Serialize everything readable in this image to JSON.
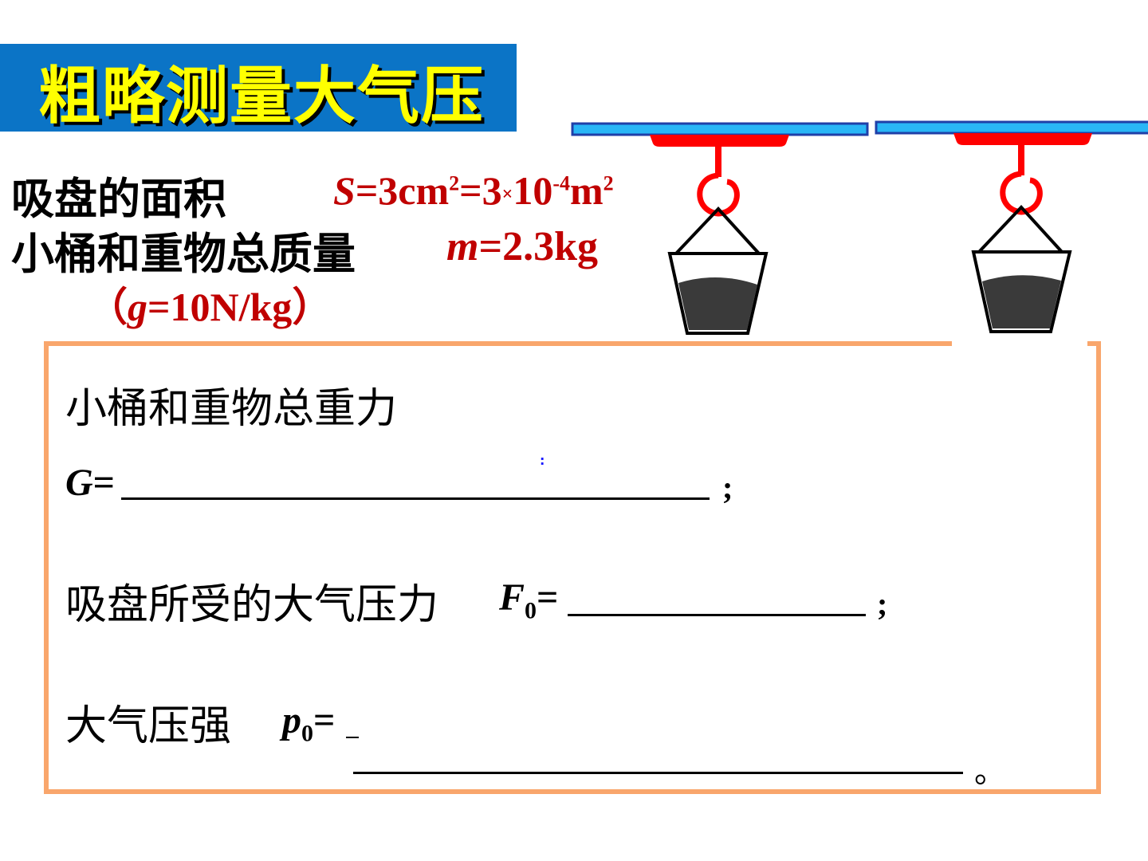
{
  "title": "粗略测量大气压",
  "given": {
    "area_label": "吸盘的面积",
    "area_var": "S",
    "area_expr_a": "=3cm",
    "area_exp_a": "2",
    "area_expr_b": "=3",
    "area_times": "×",
    "area_expr_c": "10",
    "area_exp_c": "-4",
    "area_expr_d": "m",
    "area_exp_d": "2",
    "mass_label": "小桶和重物总质量",
    "mass_var": "m",
    "mass_value": "=2.3kg",
    "g_open": "（",
    "g_var": "g",
    "g_value": "=10N/kg",
    "g_close": "）"
  },
  "questions": {
    "q1_label": "小桶和重物总重力",
    "q1_var": "G",
    "q1_eq": "=",
    "q1_end": ";",
    "q2_label": "吸盘所受的大气压力",
    "q2_var": "F",
    "q2_sub": "0",
    "q2_eq": "=",
    "q2_end": ";",
    "q3_label": "大气压强",
    "q3_var": "p",
    "q3_sub": "0",
    "q3_eq": "=",
    "q3_end": "。"
  },
  "colors": {
    "banner": "#0b74c6",
    "title": "#ffff00",
    "formula": "#c00000",
    "box_border": "#f9a66c",
    "rod": "#29b6f6",
    "hook": "#ff0000",
    "bucket_fill": "#3a3a3a"
  }
}
